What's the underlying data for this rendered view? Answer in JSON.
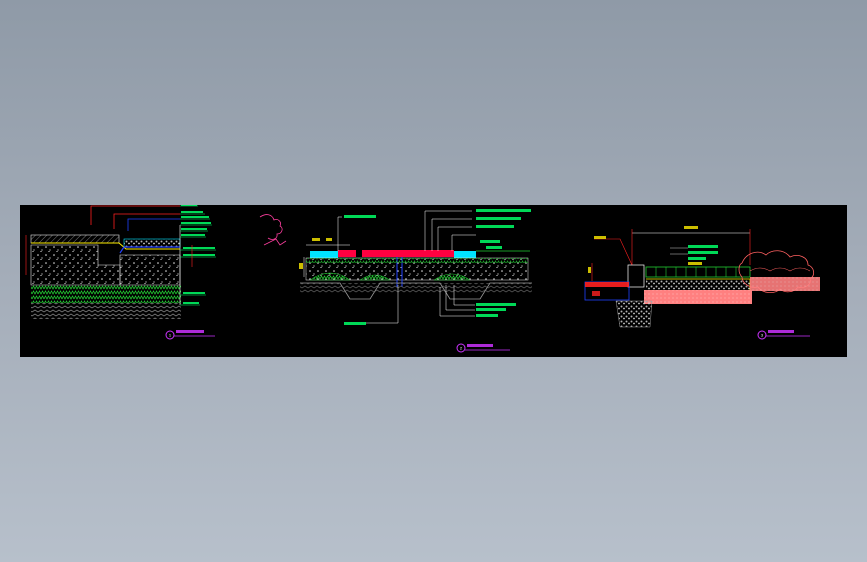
{
  "drawing": {
    "background_color": "#000000",
    "sheet_color": "#9aa4b0",
    "section_1": {
      "layer_labels": [
        "",
        "",
        "",
        "",
        "",
        "",
        "",
        "",
        "",
        ""
      ],
      "title_glyph": "1"
    },
    "section_2": {
      "layer_labels": [
        "",
        "",
        "",
        "",
        "",
        "",
        "",
        "",
        ""
      ],
      "title_glyph": "2"
    },
    "section_3": {
      "layer_labels": [
        "",
        "",
        "",
        "",
        ""
      ],
      "title_glyph": "3"
    },
    "colors": {
      "leader_red": "#ff2020",
      "label_green": "#00ff66",
      "accent_magenta": "#cc33ff",
      "fill_cyan": "#00e5ff",
      "fill_red": "#ff0040",
      "fill_pink": "#ff8080",
      "gravel_gray": "#c8c8c8",
      "grass_green": "#22cc33",
      "shrub_red": "#ff6060",
      "concrete_white": "#e6e6e6",
      "yellow": "#ffee00",
      "blue": "#2040ff",
      "dim_white": "#ffffff"
    }
  }
}
